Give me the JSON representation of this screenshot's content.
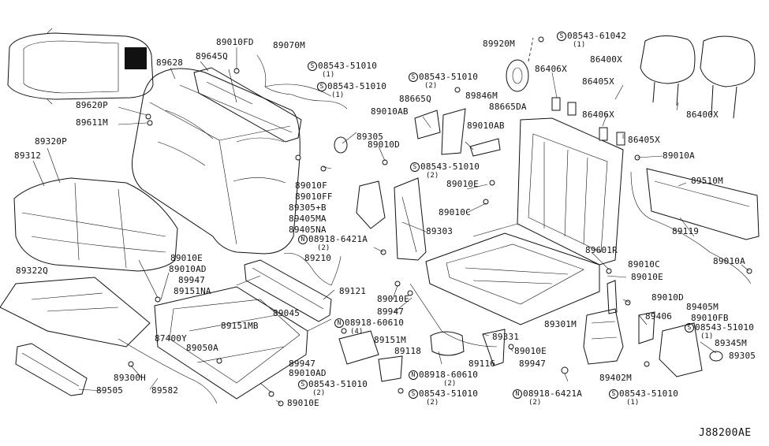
{
  "diagram": {
    "drawing_code": "J88200AE",
    "labels": [
      {
        "id": "l1",
        "text": "89010FD"
      },
      {
        "id": "l2",
        "text": "89070M"
      },
      {
        "id": "l3",
        "text": "89628"
      },
      {
        "id": "l4",
        "text": "89645Q"
      },
      {
        "id": "l5",
        "text": "08543-51010",
        "prefix": "S",
        "sub": "(1)"
      },
      {
        "id": "l6",
        "text": "08543-51010",
        "prefix": "S",
        "sub": "(1)"
      },
      {
        "id": "l7",
        "text": "08543-51010",
        "prefix": "S",
        "sub": "(2)"
      },
      {
        "id": "l8",
        "text": "89920M"
      },
      {
        "id": "l9",
        "text": "08543-61042",
        "prefix": "S",
        "sub": "(1)"
      },
      {
        "id": "l10",
        "text": "86400X"
      },
      {
        "id": "l11",
        "text": "86406X"
      },
      {
        "id": "l12",
        "text": "86405X"
      },
      {
        "id": "l13",
        "text": "86400X"
      },
      {
        "id": "l14",
        "text": "88665Q"
      },
      {
        "id": "l15",
        "text": "89846M"
      },
      {
        "id": "l16",
        "text": "88665DA"
      },
      {
        "id": "l17",
        "text": "86406X"
      },
      {
        "id": "l18",
        "text": "86405X"
      },
      {
        "id": "l19",
        "text": "89620P"
      },
      {
        "id": "l20",
        "text": "89611M"
      },
      {
        "id": "l21",
        "text": "89010AB"
      },
      {
        "id": "l22",
        "text": "89010AB"
      },
      {
        "id": "l23",
        "text": "89305"
      },
      {
        "id": "l24",
        "text": "89010D"
      },
      {
        "id": "l25",
        "text": "89010A"
      },
      {
        "id": "l26",
        "text": "89320P"
      },
      {
        "id": "l27",
        "text": "89312"
      },
      {
        "id": "l28",
        "text": "89010F"
      },
      {
        "id": "l29",
        "text": "89010FF"
      },
      {
        "id": "l30",
        "text": "89305+B"
      },
      {
        "id": "l31",
        "text": "08543-51010",
        "prefix": "S",
        "sub": "(2)"
      },
      {
        "id": "l32",
        "text": "89010E"
      },
      {
        "id": "l33",
        "text": "89510M"
      },
      {
        "id": "l34",
        "text": "89405MA"
      },
      {
        "id": "l35",
        "text": "89405NA"
      },
      {
        "id": "l36",
        "text": "89010C"
      },
      {
        "id": "l37",
        "text": "89303"
      },
      {
        "id": "l38",
        "text": "08918-6421A",
        "prefix": "N",
        "sub": "(2)"
      },
      {
        "id": "l39",
        "text": "89119"
      },
      {
        "id": "l40",
        "text": "89210"
      },
      {
        "id": "l41",
        "text": "89601R"
      },
      {
        "id": "l42",
        "text": "89010A"
      },
      {
        "id": "l43",
        "text": "89322Q"
      },
      {
        "id": "l44",
        "text": "89010E"
      },
      {
        "id": "l45",
        "text": "89010AD"
      },
      {
        "id": "l46",
        "text": "89947"
      },
      {
        "id": "l47",
        "text": "89151NA"
      },
      {
        "id": "l48",
        "text": "89010C"
      },
      {
        "id": "l49",
        "text": "89010E"
      },
      {
        "id": "l50",
        "text": "89121"
      },
      {
        "id": "l51",
        "text": "89010E"
      },
      {
        "id": "l52",
        "text": "89045"
      },
      {
        "id": "l53",
        "text": "89947"
      },
      {
        "id": "l54",
        "text": "89010D"
      },
      {
        "id": "l55",
        "text": "89405M"
      },
      {
        "id": "l56",
        "text": "89406"
      },
      {
        "id": "l57",
        "text": "89010FB"
      },
      {
        "id": "l58",
        "text": "89151MB"
      },
      {
        "id": "l59",
        "text": "08918-60610",
        "prefix": "N",
        "sub": "(4)"
      },
      {
        "id": "l60",
        "text": "89301M"
      },
      {
        "id": "l61",
        "text": "08543-51010",
        "prefix": "S",
        "sub": "(1)"
      },
      {
        "id": "l62",
        "text": "87400Y"
      },
      {
        "id": "l63",
        "text": "89050A"
      },
      {
        "id": "l64",
        "text": "89151M"
      },
      {
        "id": "l65",
        "text": "89331"
      },
      {
        "id": "l66",
        "text": "89345M"
      },
      {
        "id": "l67",
        "text": "89118"
      },
      {
        "id": "l68",
        "text": "89010E"
      },
      {
        "id": "l69",
        "text": "89305"
      },
      {
        "id": "l70",
        "text": "89300H"
      },
      {
        "id": "l71",
        "text": "89947"
      },
      {
        "id": "l72",
        "text": "89116"
      },
      {
        "id": "l73",
        "text": "89947"
      },
      {
        "id": "l74",
        "text": "89010AD"
      },
      {
        "id": "l75",
        "text": "08918-60610",
        "prefix": "N",
        "sub": "(2)"
      },
      {
        "id": "l76",
        "text": "89402M"
      },
      {
        "id": "l77",
        "text": "89505"
      },
      {
        "id": "l78",
        "text": "89582"
      },
      {
        "id": "l79",
        "text": "08543-51010",
        "prefix": "S",
        "sub": "(2)"
      },
      {
        "id": "l80",
        "text": "08543-51010",
        "prefix": "S",
        "sub": "(2)"
      },
      {
        "id": "l81",
        "text": "08918-6421A",
        "prefix": "N",
        "sub": "(2)"
      },
      {
        "id": "l82",
        "text": "08543-51010",
        "prefix": "S",
        "sub": "(1)"
      },
      {
        "id": "l83",
        "text": "89010E"
      }
    ]
  }
}
